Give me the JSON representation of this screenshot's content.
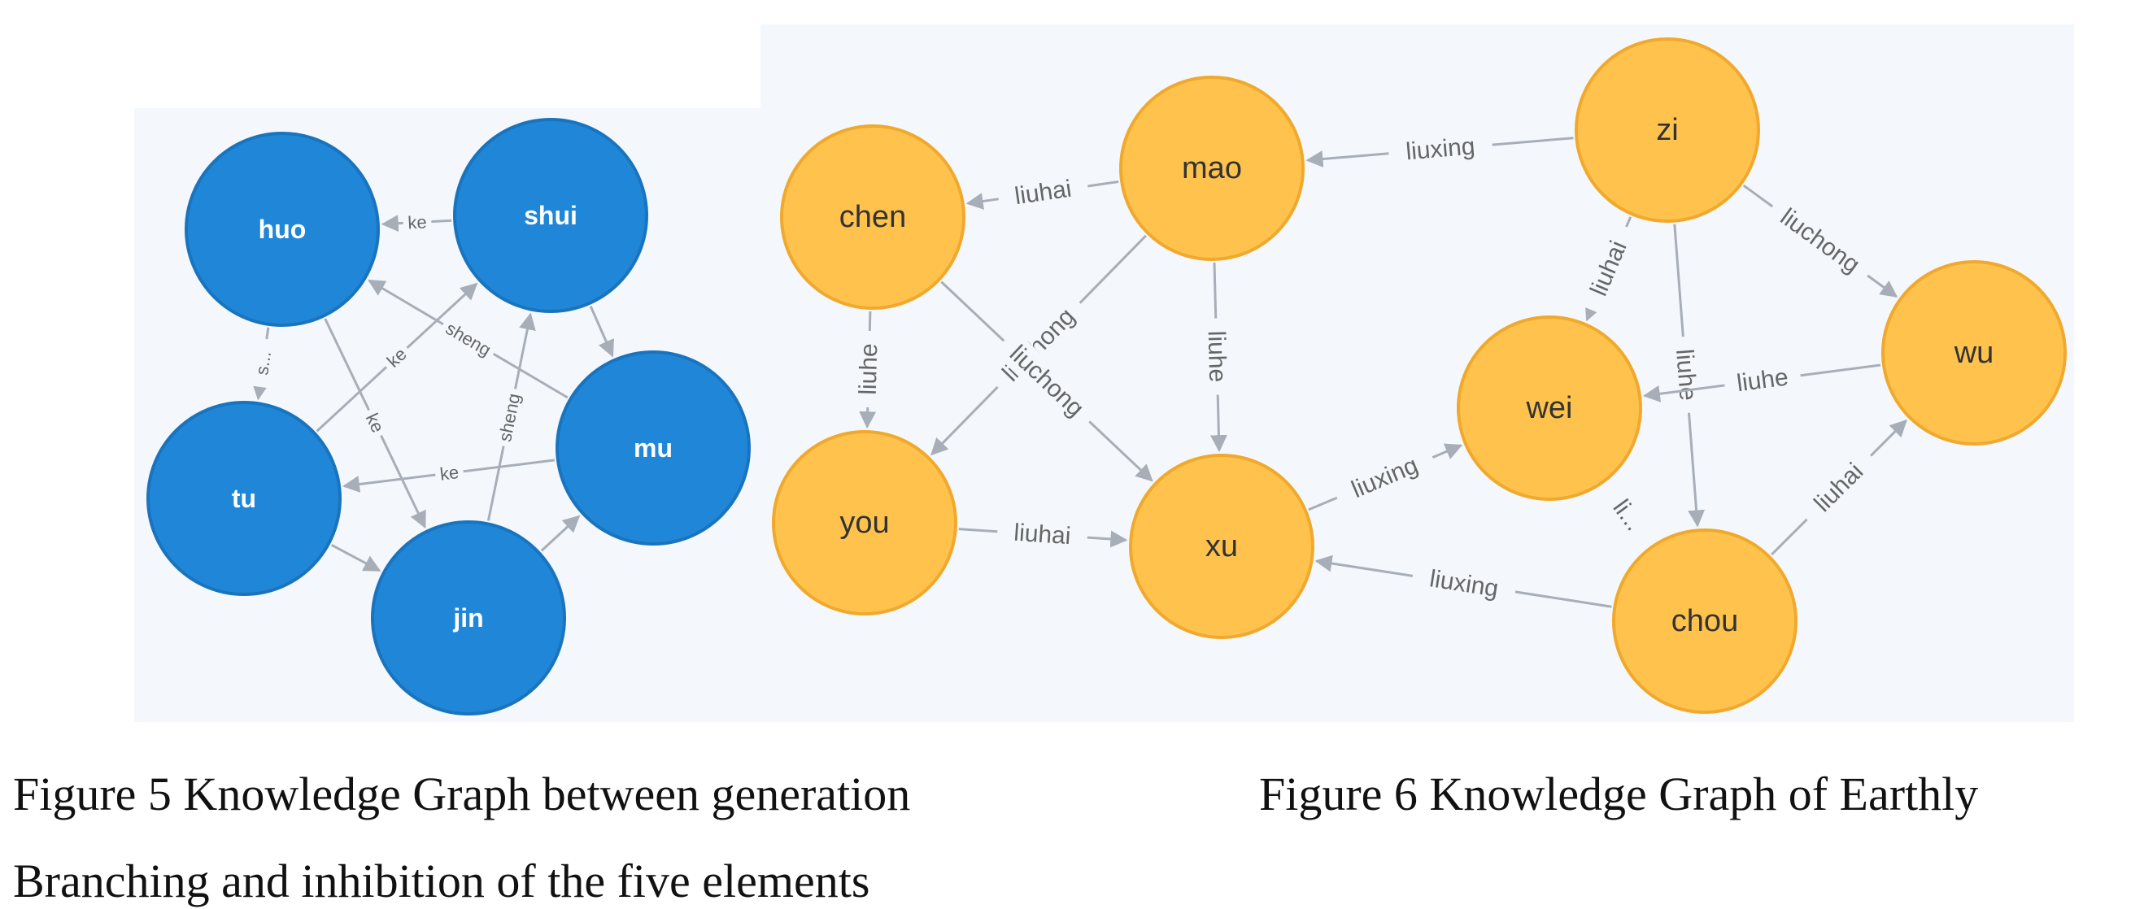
{
  "figure5": {
    "caption_line1": "Figure 5 Knowledge Graph between generation",
    "caption_line2": "Branching and inhibition of the five elements",
    "colors": {
      "node": "#1f86d8",
      "node_stroke": "#1a74bd",
      "node_text": "#ffffff",
      "edge": "#a8aeb8",
      "background": "#f4f8fc"
    },
    "nodes": [
      {
        "id": "huo",
        "label": "huo"
      },
      {
        "id": "shui",
        "label": "shui"
      },
      {
        "id": "mu",
        "label": "mu"
      },
      {
        "id": "tu",
        "label": "tu"
      },
      {
        "id": "jin",
        "label": "jin"
      }
    ],
    "edges": [
      {
        "from": "shui",
        "to": "huo",
        "label": "ke"
      },
      {
        "from": "huo",
        "to": "tu",
        "label": "s..."
      },
      {
        "from": "tu",
        "to": "shui",
        "label": "ke"
      },
      {
        "from": "mu",
        "to": "huo",
        "label": "sheng"
      },
      {
        "from": "huo",
        "to": "jin",
        "label": "ke"
      },
      {
        "from": "jin",
        "to": "shui",
        "label": "sheng"
      },
      {
        "from": "shui",
        "to": "mu",
        "label": ""
      },
      {
        "from": "mu",
        "to": "tu",
        "label": "ke"
      },
      {
        "from": "tu",
        "to": "jin",
        "label": ""
      },
      {
        "from": "jin",
        "to": "mu",
        "label": ""
      }
    ]
  },
  "figure6": {
    "caption": "Figure 6   Knowledge Graph of Earthly",
    "colors": {
      "node": "#ffc34d",
      "node_stroke": "#f0a92c",
      "node_text": "#333333",
      "edge": "#a8aeb8",
      "background": "#f4f8fc"
    },
    "nodes": [
      {
        "id": "chen",
        "label": "chen"
      },
      {
        "id": "mao",
        "label": "mao"
      },
      {
        "id": "zi",
        "label": "zi"
      },
      {
        "id": "you",
        "label": "you"
      },
      {
        "id": "xu",
        "label": "xu"
      },
      {
        "id": "wei",
        "label": "wei"
      },
      {
        "id": "wu",
        "label": "wu"
      },
      {
        "id": "chou",
        "label": "chou"
      }
    ],
    "edges": [
      {
        "from": "zi",
        "to": "mao",
        "label": "liuxing"
      },
      {
        "from": "mao",
        "to": "chen",
        "label": "liuhai"
      },
      {
        "from": "zi",
        "to": "wu",
        "label": "liuchong"
      },
      {
        "from": "zi",
        "to": "wei",
        "label": "liuhai"
      },
      {
        "from": "zi",
        "to": "chou",
        "label": "liuhe"
      },
      {
        "from": "chen",
        "to": "you",
        "label": "liuhe"
      },
      {
        "from": "mao",
        "to": "you",
        "label": "liuchong"
      },
      {
        "from": "chen",
        "to": "xu",
        "label": "liuchong"
      },
      {
        "from": "mao",
        "to": "xu",
        "label": "liuhe"
      },
      {
        "from": "you",
        "to": "xu",
        "label": "liuhai"
      },
      {
        "from": "xu",
        "to": "wei",
        "label": "liuxing"
      },
      {
        "from": "wu",
        "to": "wei",
        "label": "liuhe"
      },
      {
        "from": "chou",
        "to": "xu",
        "label": "liuxing"
      },
      {
        "from": "chou",
        "to": "wu",
        "label": "liuhai"
      },
      {
        "from": "wei",
        "to": "chou",
        "label": "li..."
      },
      {
        "from": "chou",
        "to": "wei",
        "label": "li..."
      }
    ]
  }
}
